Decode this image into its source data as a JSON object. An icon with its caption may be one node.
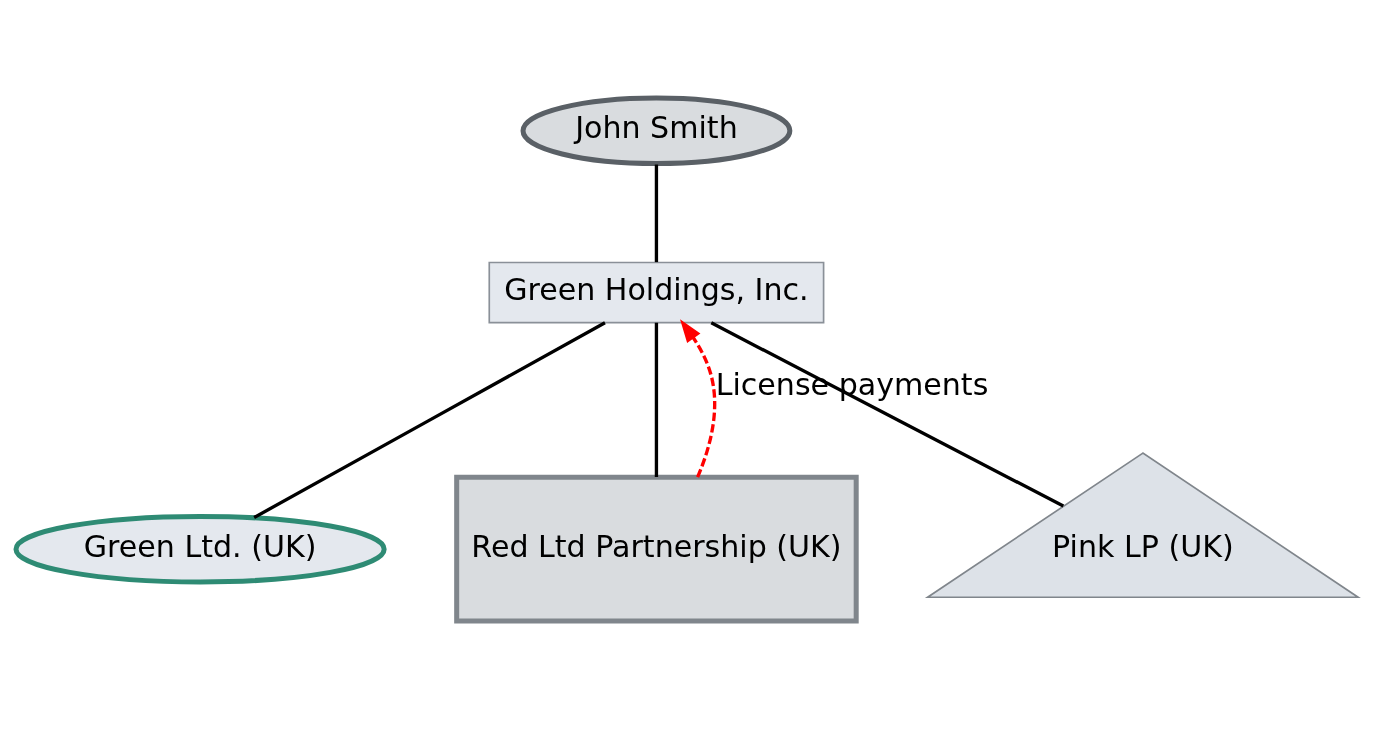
{
  "diagram": {
    "nodes": [
      {
        "text": [
          "John Smith"
        ]
      },
      {
        "text": [
          "Green Holdings, Inc."
        ]
      },
      {
        "text": [
          "Green Ltd. (UK)"
        ]
      },
      {
        "text": [
          "Red Ltd Partnership (UK)"
        ]
      },
      {
        "text": [
          "Pink LP (UK)"
        ]
      }
    ],
    "edges": [
      {
        "from": 0,
        "to": 1,
        "arrow": "none"
      },
      {
        "from": 1,
        "to": 2,
        "arrow": "none"
      },
      {
        "from": 1,
        "to": 3,
        "arrow": "none"
      },
      {
        "from": 1,
        "to": 4,
        "arrow": "none"
      },
      {
        "from": 3,
        "to": 1,
        "arrow": "to",
        "label": "License payments",
        "style": "dashed",
        "color": "#ff0000"
      }
    ]
  }
}
